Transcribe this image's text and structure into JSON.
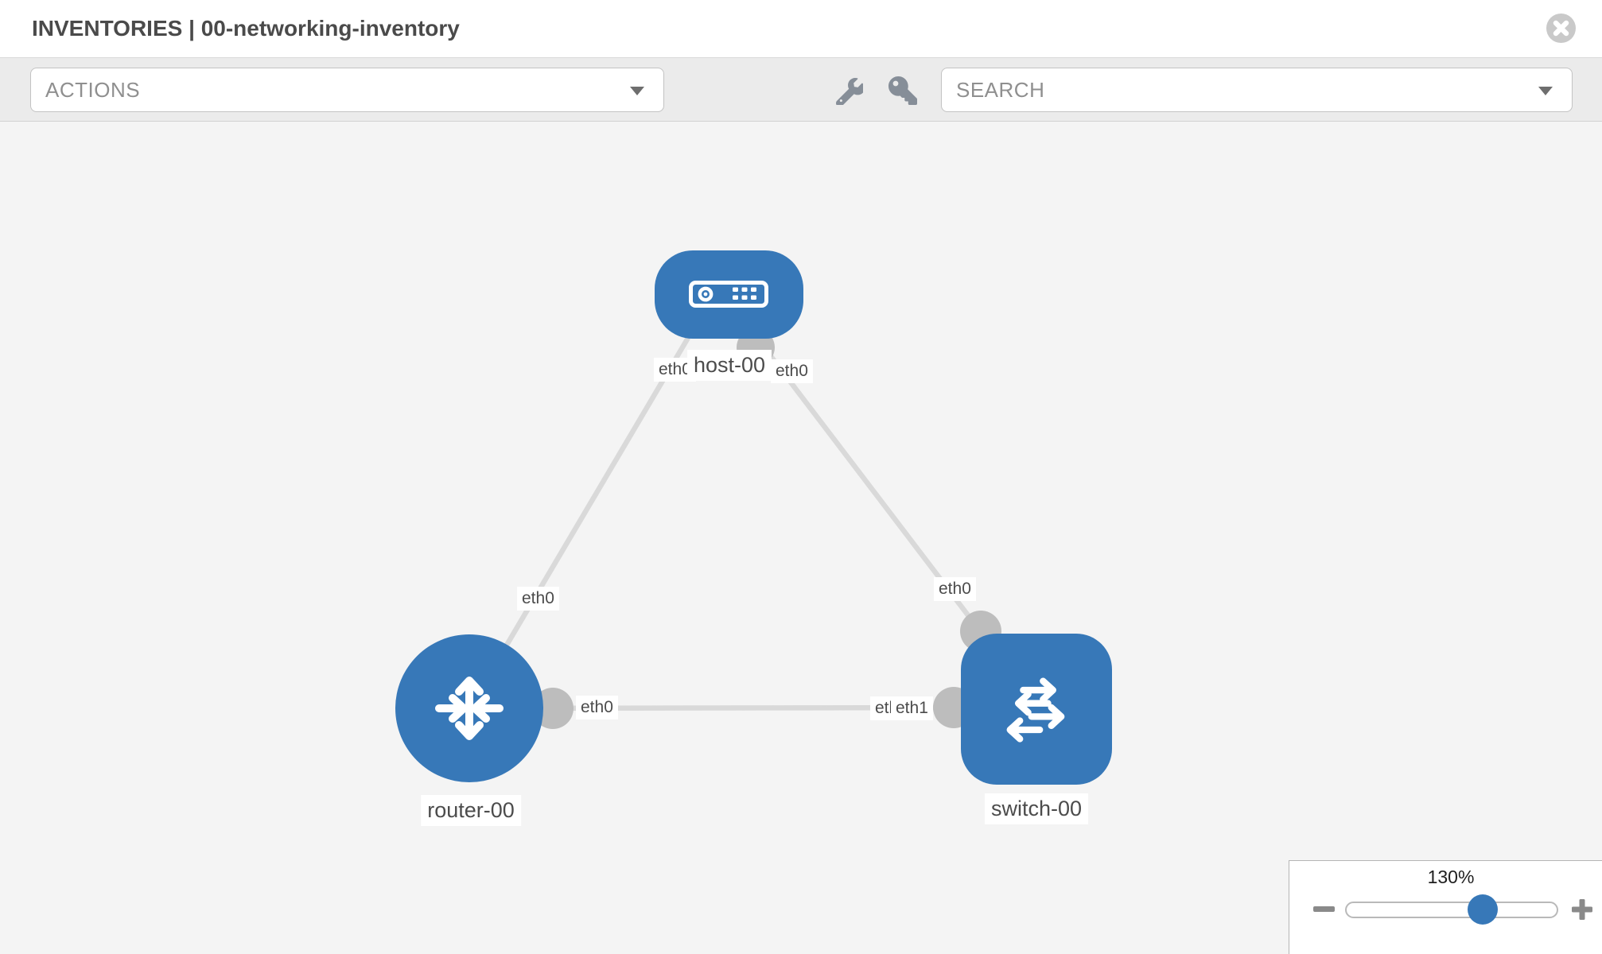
{
  "header": {
    "title": "INVENTORIES | 00-networking-inventory",
    "close_icon": "close-icon"
  },
  "toolbar": {
    "actions": {
      "label": "ACTIONS"
    },
    "search": {
      "label": "SEARCH"
    },
    "tools": {
      "wrench_icon": "wrench-icon",
      "key_icon": "key-icon"
    }
  },
  "diagram": {
    "nodes": [
      {
        "id": "host-00",
        "type": "host",
        "label": "host-00"
      },
      {
        "id": "router-00",
        "type": "router",
        "label": "router-00"
      },
      {
        "id": "switch-00",
        "type": "switch",
        "label": "switch-00"
      }
    ],
    "links": [
      {
        "from": "host-00",
        "from_if": "eth0",
        "to": "router-00",
        "to_if": "eth0"
      },
      {
        "from": "host-00",
        "from_if": "eth0",
        "to": "switch-00",
        "to_if": "eth0"
      },
      {
        "from": "router-00",
        "from_if": "eth0",
        "to": "switch-00",
        "to_if": "eth1"
      }
    ],
    "interface_labels": {
      "host_left": "eth0",
      "host_right": "eth0",
      "host_router_mid": "eth0",
      "host_switch_mid": "eth0",
      "router_port": "eth0",
      "switch_port_hidden": "eth0",
      "switch_port": "eth1"
    }
  },
  "zoom_control": {
    "value": "130%",
    "percent": 130
  },
  "colors": {
    "node_blue": "#3778b8",
    "link_gray": "#d9d9d9",
    "port_gray": "#bdbdbd",
    "canvas_bg": "#f4f4f4",
    "toolbar_bg": "#ebebeb"
  }
}
